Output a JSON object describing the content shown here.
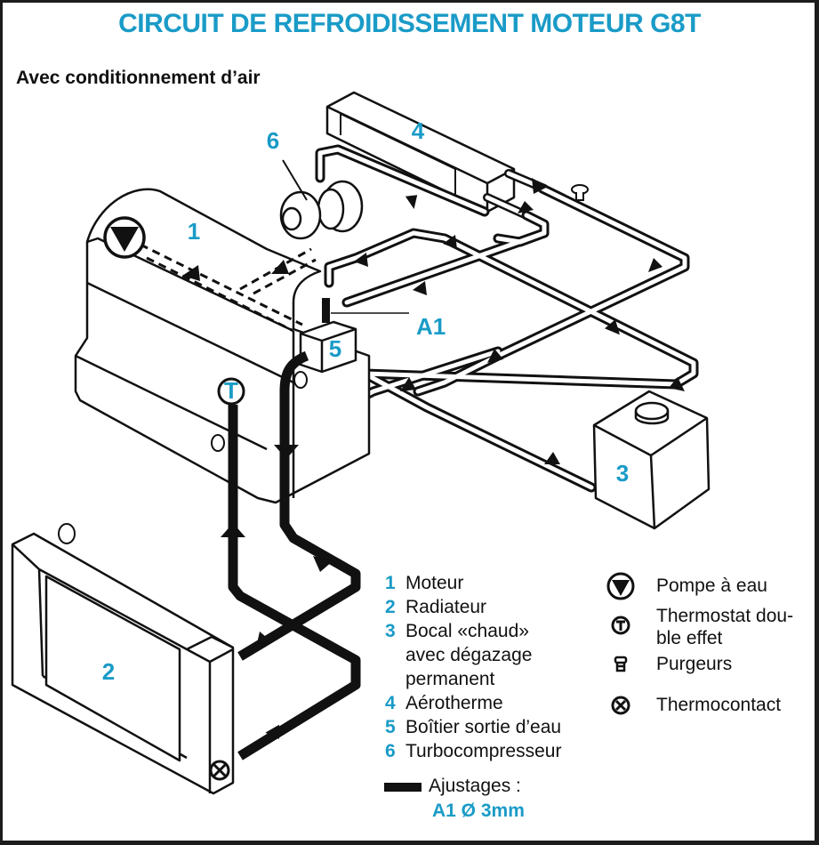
{
  "title": "CIRCUIT DE REFROIDISSEMENT MOTEUR G8T",
  "subtitle": "Avec conditionnement d’air",
  "accent_color": "#1a9bc7",
  "callouts": {
    "c1": "1",
    "c2": "2",
    "c3": "3",
    "c4": "4",
    "c5": "5",
    "c6": "6",
    "a1": "A1",
    "thermostat_mark": "T"
  },
  "components_legend": [
    {
      "num": "1",
      "label": "Moteur"
    },
    {
      "num": "2",
      "label": "Radiateur"
    },
    {
      "num": "3",
      "label": "Bocal «chaud»"
    },
    {
      "num": "",
      "label": "avec dégazage"
    },
    {
      "num": "",
      "label": "permanent"
    },
    {
      "num": "4",
      "label": "Aérotherme"
    },
    {
      "num": "5",
      "label": "Boîtier sortie d’eau"
    },
    {
      "num": "6",
      "label": "Turbocompresseur"
    }
  ],
  "symbols_legend": [
    {
      "icon": "water-pump-icon",
      "label": "Pompe à eau"
    },
    {
      "icon": "thermostat-icon",
      "label": "Thermostat dou-",
      "label2": "ble effet"
    },
    {
      "icon": "bleed-screw-icon",
      "label": "Purgeurs"
    },
    {
      "icon": "thermocontact-icon",
      "label": "Thermocontact"
    }
  ],
  "adjustments": {
    "label": "Ajustages :",
    "value": "A1 Ø 3mm"
  }
}
